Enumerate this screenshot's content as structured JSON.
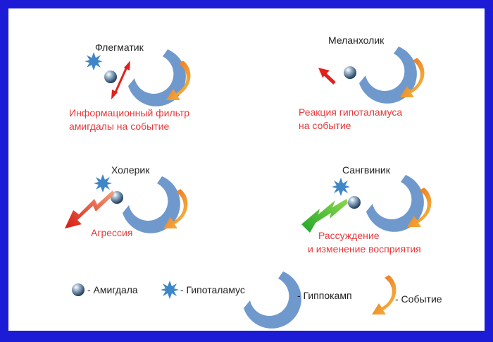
{
  "quadrants": {
    "phlegmatic": {
      "title": "Флегматик",
      "caption_line1": "Информационный фильтр",
      "caption_line2": "амигдалы на событие"
    },
    "melancholic": {
      "title": "Меланхолик",
      "caption_line1": "Реакция гипоталамуса",
      "caption_line2": "на событие"
    },
    "choleric": {
      "title": "Холерик",
      "caption_line1": "Агрессия"
    },
    "sanguine": {
      "title": "Сангвиник",
      "caption_line1": "Рассуждение",
      "caption_line2": "и изменение восприятия"
    }
  },
  "legend": {
    "amygdala": "- Амигдала",
    "hypothalamus": "- Гипоталамус",
    "hippocampus": "- Гиппокамп",
    "event": "- Событие"
  },
  "colors": {
    "frame": "#1c1cd6",
    "hippocampus": "#6f99cc",
    "event": "#f29a1e",
    "hypothalamus": "#3f86c8",
    "arrow_red": "#e3201b",
    "arrow_green": "#2fb02f",
    "caption_red": "#e8383a"
  }
}
